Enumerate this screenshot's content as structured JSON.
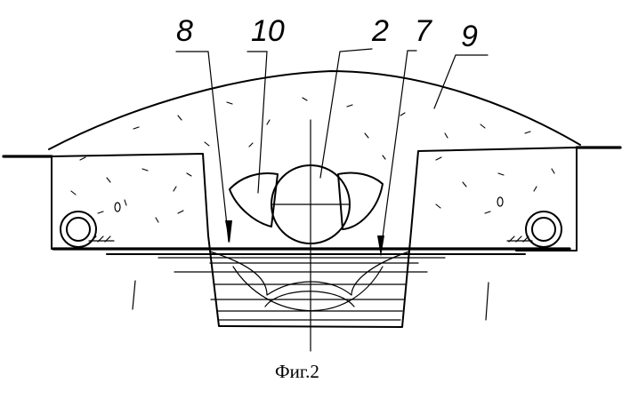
{
  "labels": {
    "l8": "8",
    "l10": "10",
    "l2": "2",
    "l7": "7",
    "l9": "9"
  },
  "caption": "Фиг.2"
}
